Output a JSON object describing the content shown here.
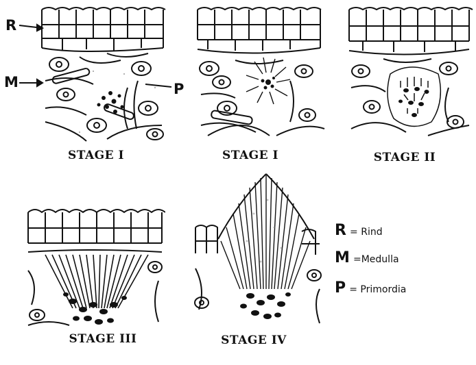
{
  "panels": [
    {
      "caption": "STAGE I"
    },
    {
      "caption": "STAGE I"
    },
    {
      "caption": "STAGE II"
    },
    {
      "caption": "STAGE III"
    },
    {
      "caption": "STAGE IV"
    }
  ],
  "pointer_labels": {
    "r": "R",
    "m": "M",
    "p": "P"
  },
  "legend": [
    {
      "key": "R",
      "text": "= Rind"
    },
    {
      "key": "M",
      "text": "=Medulla"
    },
    {
      "key": "P",
      "text": "= Primordia"
    }
  ]
}
